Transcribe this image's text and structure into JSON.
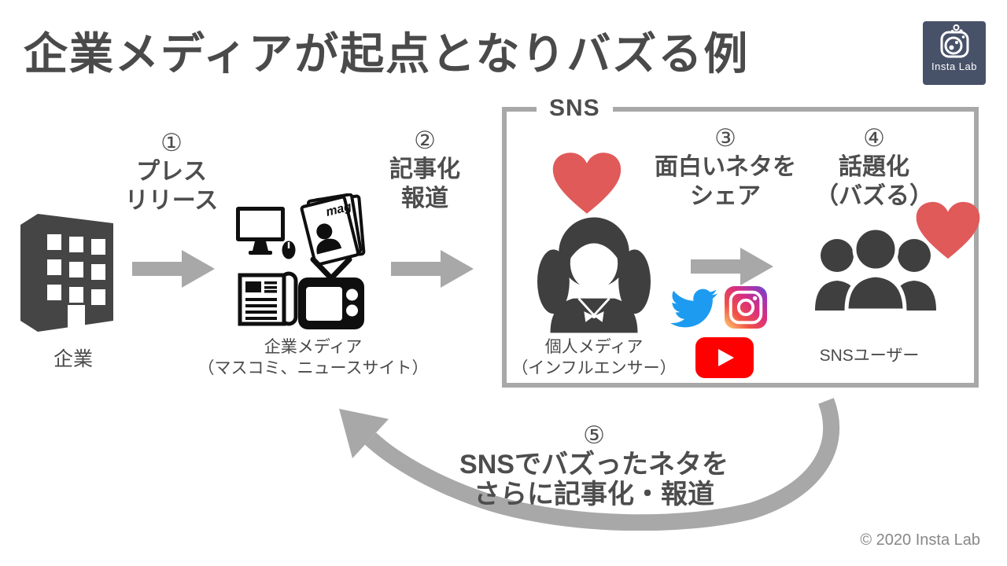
{
  "title": "企業メディアが起点となりバズる例",
  "copyright": "© 2020 Insta Lab",
  "logo": {
    "text": "Insta Lab"
  },
  "sns_box": {
    "label": "SNS"
  },
  "nodes": {
    "company": {
      "label": "企業"
    },
    "corporate_media": {
      "label": "企業メディア",
      "sublabel": "（マスコミ、ニュースサイト）"
    },
    "personal_media": {
      "label": "個人メディア",
      "sublabel": "（インフルエンサー）"
    },
    "sns_users": {
      "label": "SNSユーザー"
    }
  },
  "steps": [
    {
      "number": "①",
      "line1": "プレス",
      "line2": "リリース"
    },
    {
      "number": "②",
      "line1": "記事化",
      "line2": "報道"
    },
    {
      "number": "③",
      "line1": "面白いネタを",
      "line2": "シェア"
    },
    {
      "number": "④",
      "line1": "話題化",
      "line2": "（バズる）"
    },
    {
      "number": "⑤",
      "line1": "SNSでバズったネタを",
      "line2": "さらに記事化・報道"
    }
  ],
  "magazine_masthead": "mag",
  "icons": {
    "company": "building-icon",
    "corporate_media": [
      "computer-icon",
      "magazine-icon",
      "newspaper-icon",
      "tv-icon"
    ],
    "personal_media": "influencer-icon",
    "sns_users": "user-group-icon",
    "social": [
      "twitter-icon",
      "instagram-icon",
      "youtube-icon"
    ],
    "reaction": "heart-icon",
    "brand": "insta-lab-logo"
  },
  "colors": {
    "text": "#4d4d4d",
    "arrow_gray": "#a8a8a8",
    "heart_red": "#e05a5a",
    "icon_black": "#0f0f0f",
    "icon_dark_gray": "#454545",
    "twitter_blue": "#1d9bf0",
    "youtube_red": "#ff0000",
    "logo_navy": "#475168"
  }
}
